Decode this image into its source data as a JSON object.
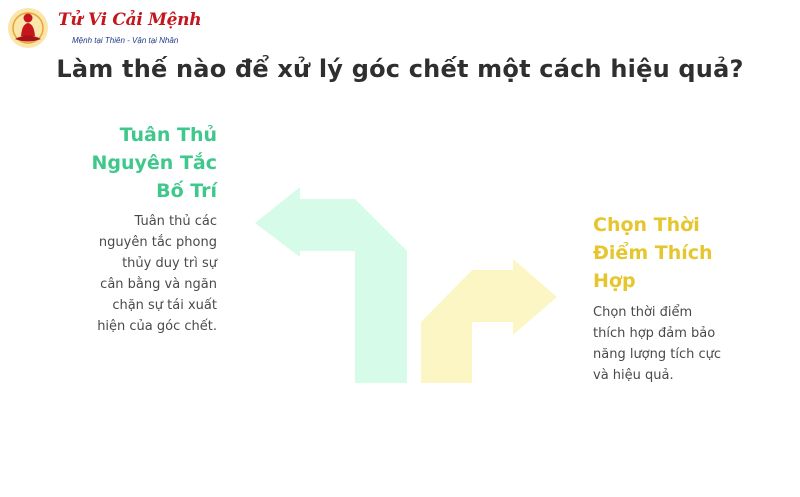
{
  "brand": {
    "name": "Tử Vi Cải Mệnh",
    "tagline": "Mệnh tại Thiên - Vận tại Nhân",
    "logo_icon": "meditating-figure-icon",
    "color": "#c4161c"
  },
  "title": "Làm thế nào để xử lý góc chết một cách hiệu quả?",
  "left": {
    "heading_lines": [
      "Tuân Thủ",
      "Nguyên Tắc",
      "Bố Trí"
    ],
    "body_lines": [
      "Tuân thủ các",
      "nguyên tắc phong",
      "thủy duy trì sự",
      "cân bằng và ngăn",
      "chặn sự tái xuất",
      "hiện của góc chết."
    ],
    "color": "#3ec88b",
    "arrow_color": "#d6fbe8"
  },
  "right": {
    "heading_lines": [
      "Chọn Thời",
      "Điểm Thích",
      "Hợp"
    ],
    "body_lines": [
      "Chọn thời điểm",
      "thích hợp đảm bảo",
      "năng lượng tích cực",
      "và hiệu quả."
    ],
    "color": "#e6c62f",
    "arrow_color": "#fcf6c4"
  }
}
